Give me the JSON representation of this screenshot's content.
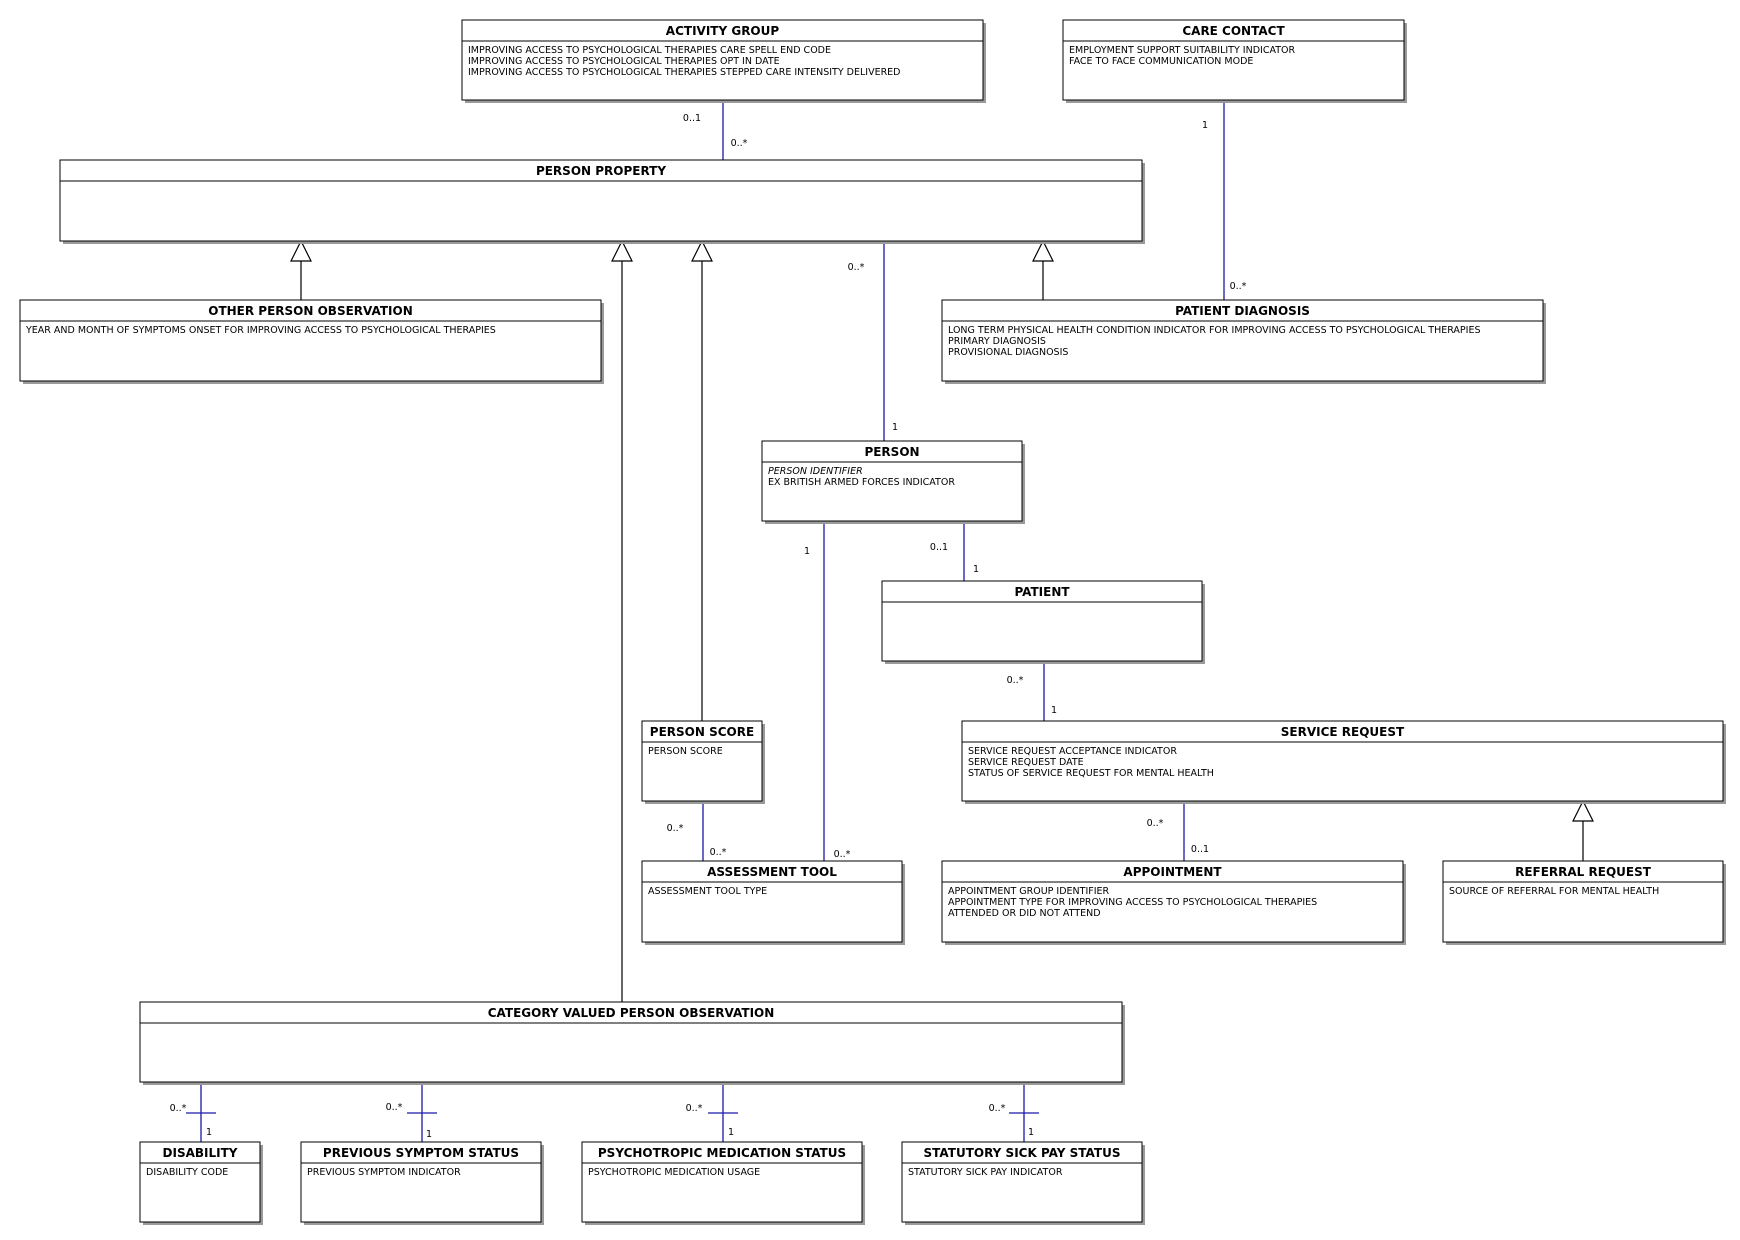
{
  "classes": {
    "activity_group": {
      "name": "ACTIVITY GROUP",
      "attributes": [
        {
          "text": "IMPROVING ACCESS TO PSYCHOLOGICAL THERAPIES CARE SPELL END CODE"
        },
        {
          "text": "IMPROVING ACCESS TO PSYCHOLOGICAL THERAPIES OPT IN DATE"
        },
        {
          "text": "IMPROVING ACCESS TO PSYCHOLOGICAL THERAPIES STEPPED CARE INTENSITY DELIVERED"
        }
      ]
    },
    "care_contact": {
      "name": "CARE CONTACT",
      "attributes": [
        {
          "text": "EMPLOYMENT SUPPORT SUITABILITY INDICATOR"
        },
        {
          "text": "FACE TO FACE COMMUNICATION MODE"
        }
      ]
    },
    "person_property": {
      "name": "PERSON PROPERTY",
      "attributes": []
    },
    "other_person_observation": {
      "name": "OTHER PERSON OBSERVATION",
      "attributes": [
        {
          "text": "YEAR AND MONTH OF SYMPTOMS ONSET FOR IMPROVING ACCESS TO PSYCHOLOGICAL THERAPIES"
        }
      ]
    },
    "patient_diagnosis": {
      "name": "PATIENT DIAGNOSIS",
      "attributes": [
        {
          "text": "LONG TERM PHYSICAL HEALTH CONDITION INDICATOR FOR IMPROVING ACCESS TO PSYCHOLOGICAL THERAPIES"
        },
        {
          "text": "PRIMARY DIAGNOSIS"
        },
        {
          "text": "PROVISIONAL DIAGNOSIS"
        }
      ]
    },
    "person": {
      "name": "PERSON",
      "attributes": [
        {
          "text": "PERSON IDENTIFIER",
          "italic": true
        },
        {
          "text": "EX BRITISH ARMED FORCES INDICATOR"
        }
      ]
    },
    "patient": {
      "name": "PATIENT",
      "attributes": []
    },
    "person_score": {
      "name": "PERSON SCORE",
      "attributes": [
        {
          "text": "PERSON SCORE"
        }
      ]
    },
    "service_request": {
      "name": "SERVICE REQUEST",
      "attributes": [
        {
          "text": "SERVICE REQUEST ACCEPTANCE INDICATOR"
        },
        {
          "text": "SERVICE REQUEST DATE"
        },
        {
          "text": "STATUS OF SERVICE REQUEST FOR MENTAL HEALTH"
        }
      ]
    },
    "assessment_tool": {
      "name": "ASSESSMENT TOOL",
      "attributes": [
        {
          "text": "ASSESSMENT TOOL TYPE"
        }
      ]
    },
    "appointment": {
      "name": "APPOINTMENT",
      "attributes": [
        {
          "text": "APPOINTMENT GROUP IDENTIFIER"
        },
        {
          "text": "APPOINTMENT TYPE FOR IMPROVING ACCESS TO PSYCHOLOGICAL THERAPIES"
        },
        {
          "text": "ATTENDED OR DID NOT ATTEND"
        }
      ]
    },
    "referral_request": {
      "name": "REFERRAL REQUEST",
      "attributes": [
        {
          "text": "SOURCE OF REFERRAL FOR MENTAL HEALTH"
        }
      ]
    },
    "category_valued_person_observation": {
      "name": "CATEGORY VALUED PERSON OBSERVATION",
      "attributes": []
    },
    "disability": {
      "name": "DISABILITY",
      "attributes": [
        {
          "text": "DISABILITY CODE"
        }
      ]
    },
    "previous_symptom_status": {
      "name": "PREVIOUS SYMPTOM STATUS",
      "attributes": [
        {
          "text": "PREVIOUS SYMPTOM INDICATOR"
        }
      ]
    },
    "psychotropic_medication_status": {
      "name": "PSYCHOTROPIC MEDICATION STATUS",
      "attributes": [
        {
          "text": "PSYCHOTROPIC MEDICATION USAGE"
        }
      ]
    },
    "statutory_sick_pay_status": {
      "name": "STATUTORY SICK PAY STATUS",
      "attributes": [
        {
          "text": "STATUTORY SICK PAY INDICATOR"
        }
      ]
    }
  },
  "associations": [
    {
      "from": "activity_group",
      "to": "person_property",
      "from_mult": "0..1",
      "to_mult": "0..*"
    },
    {
      "from": "care_contact",
      "to": "patient_diagnosis",
      "from_mult": "1",
      "to_mult": "0..*"
    },
    {
      "from": "person_property",
      "to": "person",
      "from_mult": "0..*",
      "to_mult": "1"
    },
    {
      "from": "person",
      "to": "patient",
      "from_mult": "0..1",
      "to_mult": "1"
    },
    {
      "from": "person",
      "to": "assessment_tool",
      "from_mult": "1",
      "to_mult": "0..*"
    },
    {
      "from": "patient",
      "to": "service_request",
      "from_mult": "0..*",
      "to_mult": "1"
    },
    {
      "from": "person_score",
      "to": "assessment_tool",
      "from_mult": "0..*",
      "to_mult": "0..*"
    },
    {
      "from": "service_request",
      "to": "appointment",
      "from_mult": "0..*",
      "to_mult": "0..1"
    },
    {
      "from": "category_valued_person_observation",
      "to": "disability",
      "from_mult": "0..*",
      "to_mult": "1"
    },
    {
      "from": "category_valued_person_observation",
      "to": "previous_symptom_status",
      "from_mult": "0..*",
      "to_mult": "1"
    },
    {
      "from": "category_valued_person_observation",
      "to": "psychotropic_medication_status",
      "from_mult": "0..*",
      "to_mult": "1"
    },
    {
      "from": "category_valued_person_observation",
      "to": "statutory_sick_pay_status",
      "from_mult": "0..*",
      "to_mult": "1"
    }
  ],
  "generalizations": [
    {
      "child": "other_person_observation",
      "parent": "person_property"
    },
    {
      "child": "category_valued_person_observation",
      "parent": "person_property"
    },
    {
      "child": "person_score",
      "parent": "person_property"
    },
    {
      "child": "patient_diagnosis",
      "parent": "person_property"
    },
    {
      "child": "referral_request",
      "parent": "service_request"
    }
  ],
  "colors": {
    "association_line": "#1a1aa8",
    "box_border": "#000000",
    "shadow": "#9a9a9a"
  }
}
